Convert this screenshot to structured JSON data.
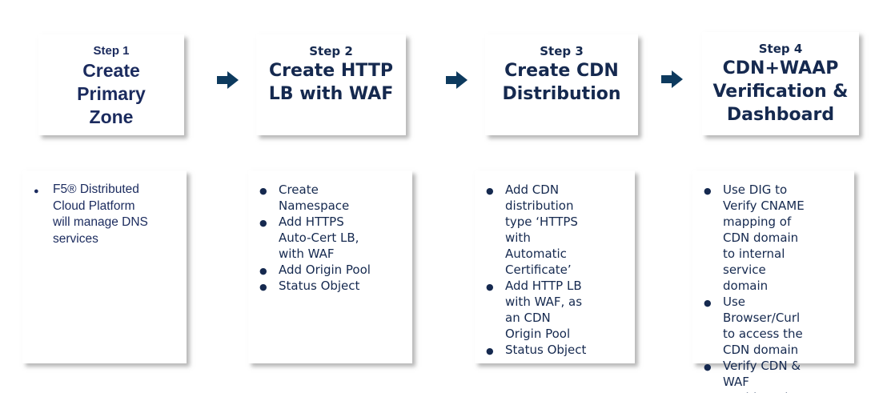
{
  "palette": {
    "navy": "#1b2b5e",
    "navy_alt": "#15294f",
    "arrow": "#0d3a5e",
    "card_bg": "#ffffff",
    "page_bg": "#ffffff"
  },
  "steps": [
    {
      "step_label": "Step 1",
      "title": "Create\nPrimary\nZone",
      "bullets": [
        "F5® Distributed Cloud Platform will manage DNS services"
      ]
    },
    {
      "step_label": "Step 2",
      "title": "Create HTTP\nLB with WAF",
      "bullets": [
        "Create Namespace",
        "Add HTTPS Auto-Cert LB, with WAF",
        "Add Origin Pool",
        "Status Object"
      ]
    },
    {
      "step_label": "Step 3",
      "title": "Create CDN\nDistribution",
      "bullets": [
        "Add CDN distribution type ‘HTTPS with Automatic Certificate’",
        "Add HTTP LB with WAF, as an CDN Origin Pool",
        "Status Object"
      ]
    },
    {
      "step_label": "Step 4",
      "title": "CDN+WAAP\nVerification &\nDashboard",
      "bullets": [
        "Use DIG to Verify CNAME mapping of CDN domain to internal service domain",
        "Use Browser/Curl to access the CDN domain",
        "Verify CDN & WAF Dashboards"
      ]
    }
  ],
  "icons": {
    "step_arrow": "right-block-arrow"
  }
}
